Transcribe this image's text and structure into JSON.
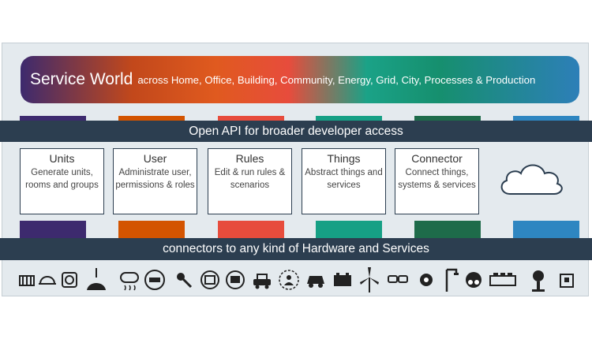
{
  "banner": {
    "title": "Service World",
    "subtitle": "across Home, Office, Building, Community, Energy, Grid, City, Processes & Production"
  },
  "api_bar": "Open API for broader developer access",
  "connectors_bar": "connectors to any kind of Hardware and Services",
  "modules": [
    {
      "title": "Units",
      "desc": "Generate units, rooms and groups"
    },
    {
      "title": "User",
      "desc": "Administrate user, permissions & roles"
    },
    {
      "title": "Rules",
      "desc": "Edit & run rules & scenarios"
    },
    {
      "title": "Things",
      "desc": "Abstract things and services"
    },
    {
      "title": "Connector",
      "desc": "Connect things, systems & services"
    }
  ],
  "colors": {
    "purple": "#3d2a6e",
    "orange": "#d35400",
    "red": "#e74c3c",
    "teal": "#16a085",
    "green": "#1e6b4a",
    "blue": "#2e86c1",
    "navy": "#2c3e50"
  },
  "icons": [
    "radiator-icon",
    "helmet-icon",
    "socket-icon",
    "lamp-icon",
    "smoke-detector-icon",
    "meter-icon",
    "key-icon",
    "safe-icon",
    "display-icon",
    "vehicle-icon",
    "people-icon",
    "electric-car-icon",
    "battery-icon",
    "wind-turbine-icon",
    "vr-glasses-icon",
    "gauge-icon",
    "street-lamp-icon",
    "bike-icon",
    "production-line-icon",
    "robot-icon",
    "box-icon"
  ]
}
